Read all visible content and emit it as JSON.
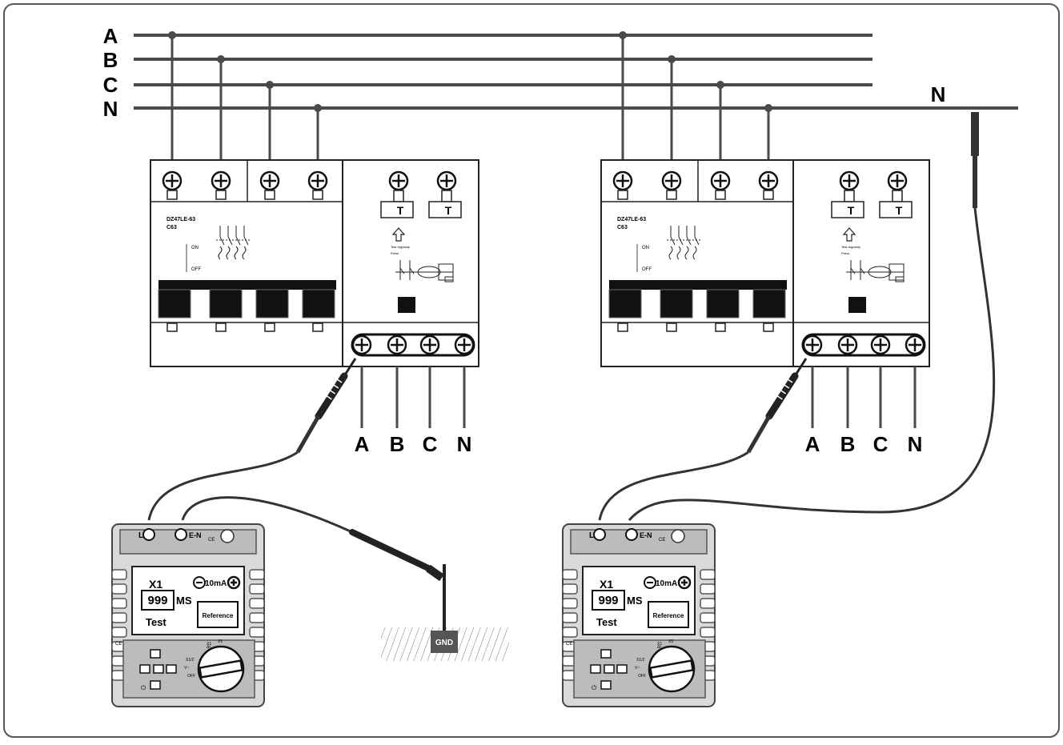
{
  "bus_labels": [
    "A",
    "B",
    "C",
    "N"
  ],
  "n_line_label": "N",
  "output_labels": [
    "A",
    "B",
    "C",
    "N"
  ],
  "breaker": {
    "model": "DZ47LE-63",
    "rating": "C63",
    "on_label": "ON",
    "off_label": "OFF",
    "test_label": "T",
    "small_caption_1": "Test regularly",
    "small_caption_2": "Press"
  },
  "tester": {
    "terminal_l": "L",
    "terminal_en": "E-N",
    "range": "X1",
    "reading": "999",
    "unit": "MS",
    "current": "10mA",
    "test_label": "Test",
    "reference_label": "Reference",
    "ce_mark": "CE",
    "dial_labels": [
      "Δt",
      "X1/2",
      "V~",
      "OFF",
      "X1",
      "X5"
    ]
  },
  "ground_label": "GND",
  "colors": {
    "line": "#4a4a4a",
    "black": "#111111",
    "tester_body": "#d9d9d9",
    "tester_panel": "#bcbcbc",
    "gnd_box": "#555555"
  }
}
